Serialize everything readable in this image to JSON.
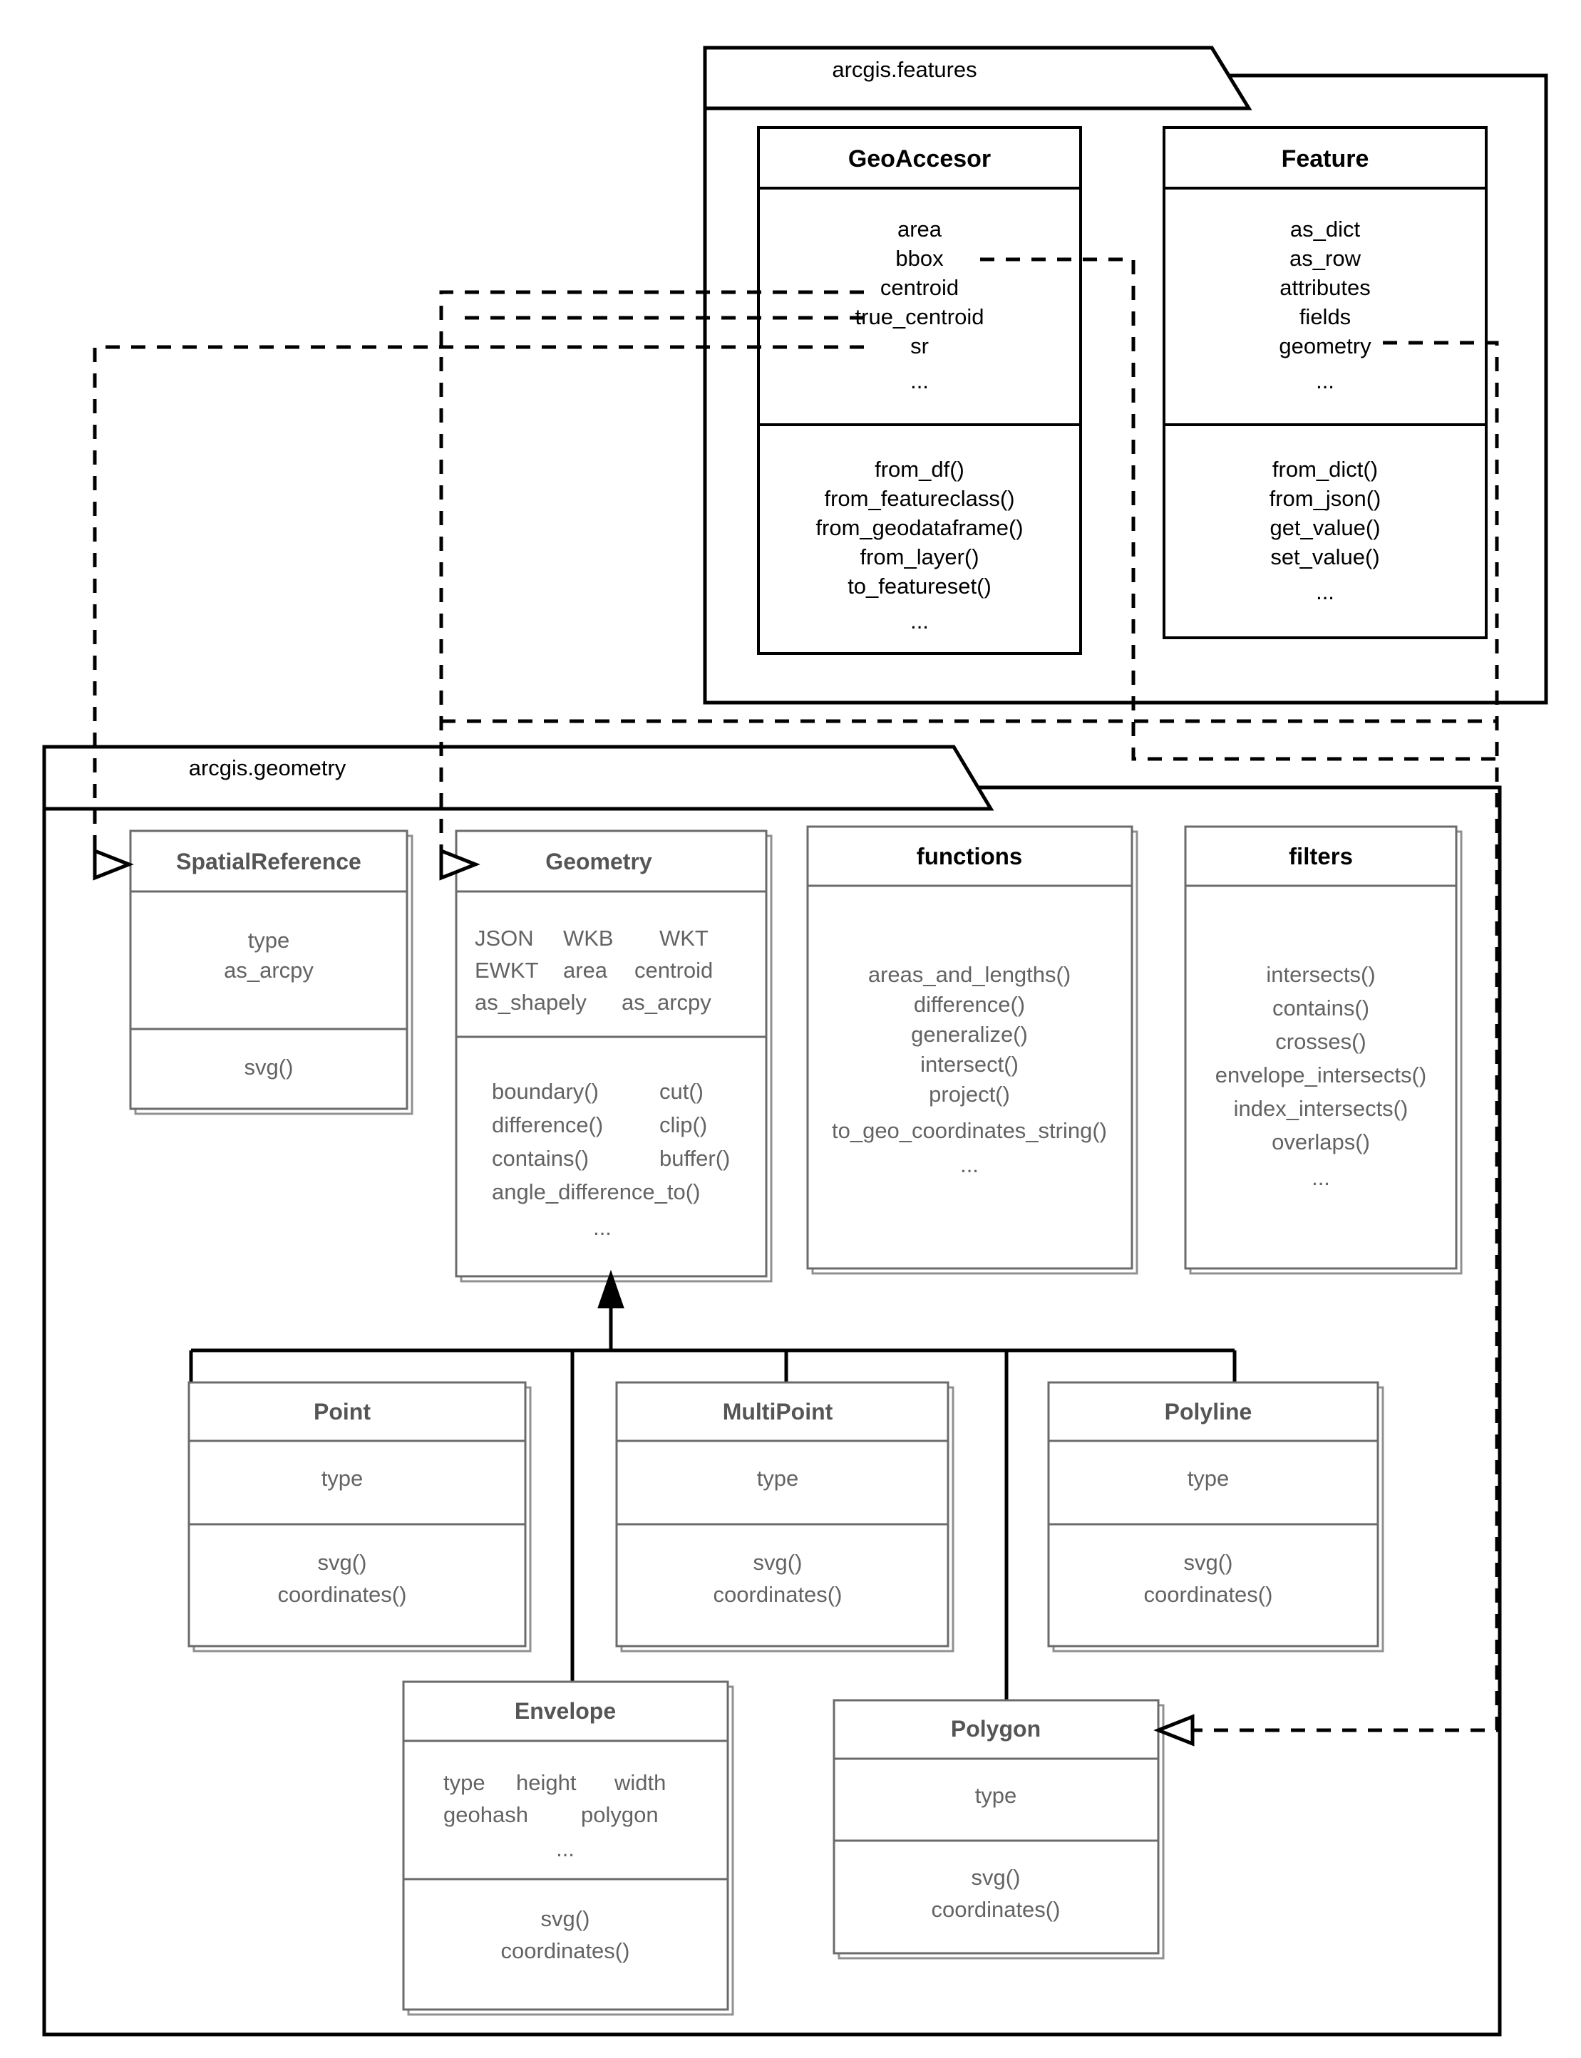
{
  "diagram": {
    "title": "ArcGIS Python API geometry / features class diagram",
    "colors": {
      "features_stroke": "#000000",
      "geometry_stroke": "#6b6b6b",
      "geometry_text": "#636363",
      "background": "#ffffff"
    }
  },
  "packages": [
    {
      "id": "features",
      "label": "arcgis.features"
    },
    {
      "id": "geometry",
      "label": "arcgis.geometry"
    }
  ],
  "classes": {
    "geoaccesor": {
      "name": "GeoAccesor",
      "attributes": [
        "area",
        "bbox",
        "centroid",
        "true_centroid",
        "sr",
        "..."
      ],
      "methods": [
        "from_df()",
        "from_featureclass()",
        "from_geodataframe()",
        "from_layer()",
        "to_featureset()",
        "..."
      ]
    },
    "feature": {
      "name": "Feature",
      "attributes": [
        "as_dict",
        "as_row",
        "attributes",
        "fields",
        "geometry",
        "..."
      ],
      "methods": [
        "from_dict()",
        "from_json()",
        "get_value()",
        "set_value()",
        "..."
      ]
    },
    "spatialreference": {
      "name": "SpatialReference",
      "attributes": [
        "type",
        "as_arcpy"
      ],
      "methods": [
        "svg()"
      ]
    },
    "geometry": {
      "name": "Geometry",
      "attribute_rows": [
        [
          "JSON",
          "WKB",
          "WKT"
        ],
        [
          "EWKT",
          "area",
          "centroid"
        ],
        [
          "as_shapely",
          "as_arcpy"
        ]
      ],
      "method_rows": [
        [
          "boundary()",
          "cut()"
        ],
        [
          "difference()",
          "clip()"
        ],
        [
          "contains()",
          "buffer()"
        ],
        [
          "angle_difference_to()"
        ],
        [
          "..."
        ]
      ]
    },
    "functions": {
      "name": "functions",
      "methods": [
        "areas_and_lengths()",
        "difference()",
        "generalize()",
        "intersect()",
        "project()",
        "to_geo_coordinates_string()",
        "..."
      ]
    },
    "filters": {
      "name": "filters",
      "methods": [
        "intersects()",
        "contains()",
        "crosses()",
        "envelope_intersects()",
        "index_intersects()",
        "overlaps()",
        "..."
      ]
    },
    "point": {
      "name": "Point",
      "attributes": [
        "type"
      ],
      "methods": [
        "svg()",
        "coordinates()"
      ]
    },
    "multipoint": {
      "name": "MultiPoint",
      "attributes": [
        "type"
      ],
      "methods": [
        "svg()",
        "coordinates()"
      ]
    },
    "polyline": {
      "name": "Polyline",
      "attributes": [
        "type"
      ],
      "methods": [
        "svg()",
        "coordinates()"
      ]
    },
    "envelope": {
      "name": "Envelope",
      "attribute_rows": [
        [
          "type",
          "height",
          "width"
        ],
        [
          "geohash",
          "polygon"
        ],
        [
          "..."
        ]
      ],
      "methods": [
        "svg()",
        "coordinates()"
      ]
    },
    "polygon": {
      "name": "Polygon",
      "attributes": [
        "type"
      ],
      "methods": [
        "svg()",
        "coordinates()"
      ]
    }
  },
  "relationships": [
    {
      "kind": "dependency",
      "from": "GeoAccesor.sr",
      "to": "SpatialReference"
    },
    {
      "kind": "dependency",
      "from": "GeoAccesor.centroid",
      "to": "Geometry"
    },
    {
      "kind": "dependency",
      "from": "GeoAccesor.bbox",
      "to": "Polygon"
    },
    {
      "kind": "dependency",
      "from": "Feature.geometry",
      "to": "Polygon"
    },
    {
      "kind": "generalization",
      "from": "Point",
      "to": "Geometry"
    },
    {
      "kind": "generalization",
      "from": "MultiPoint",
      "to": "Geometry"
    },
    {
      "kind": "generalization",
      "from": "Polyline",
      "to": "Geometry"
    },
    {
      "kind": "generalization",
      "from": "Envelope",
      "to": "Geometry"
    },
    {
      "kind": "generalization",
      "from": "Polygon",
      "to": "Geometry"
    }
  ]
}
